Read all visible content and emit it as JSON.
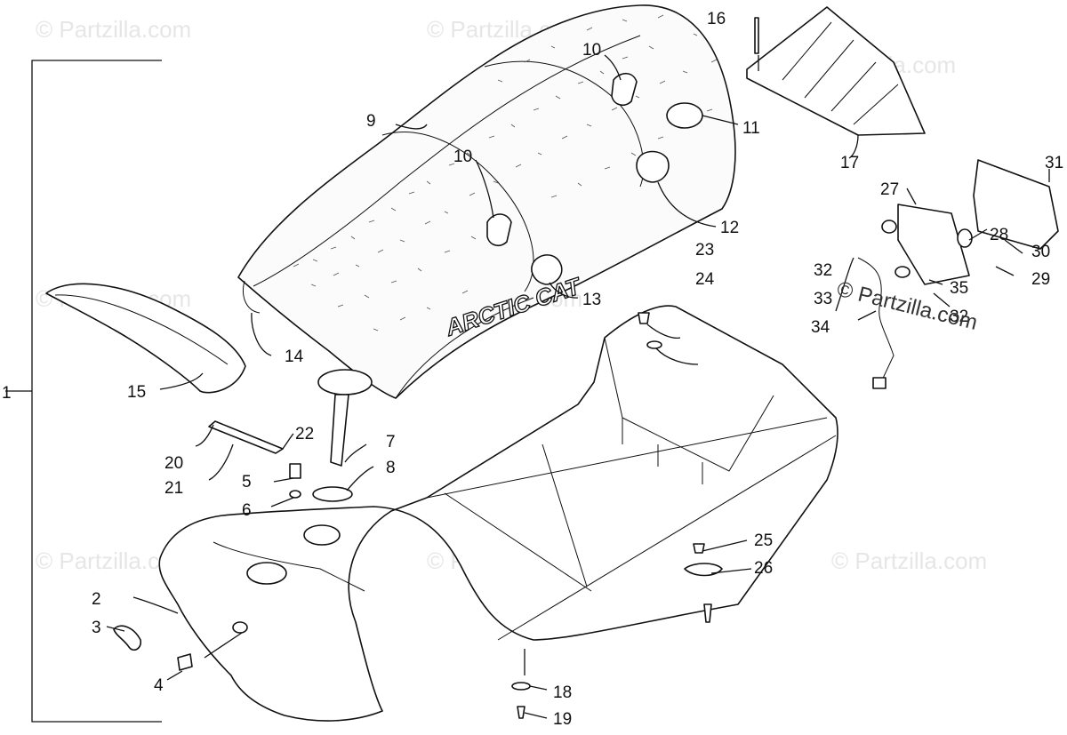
{
  "watermark": "© Partzilla.com",
  "brand_logo": "ARCTIC CAT",
  "callouts": [
    "1",
    "2",
    "3",
    "4",
    "5",
    "6",
    "7",
    "8",
    "9",
    "10",
    "10",
    "11",
    "12",
    "13",
    "14",
    "15",
    "16",
    "17",
    "18",
    "19",
    "20",
    "21",
    "22",
    "23",
    "24",
    "25",
    "26",
    "27",
    "28",
    "29",
    "30",
    "31",
    "32",
    "32",
    "33",
    "34",
    "35"
  ]
}
